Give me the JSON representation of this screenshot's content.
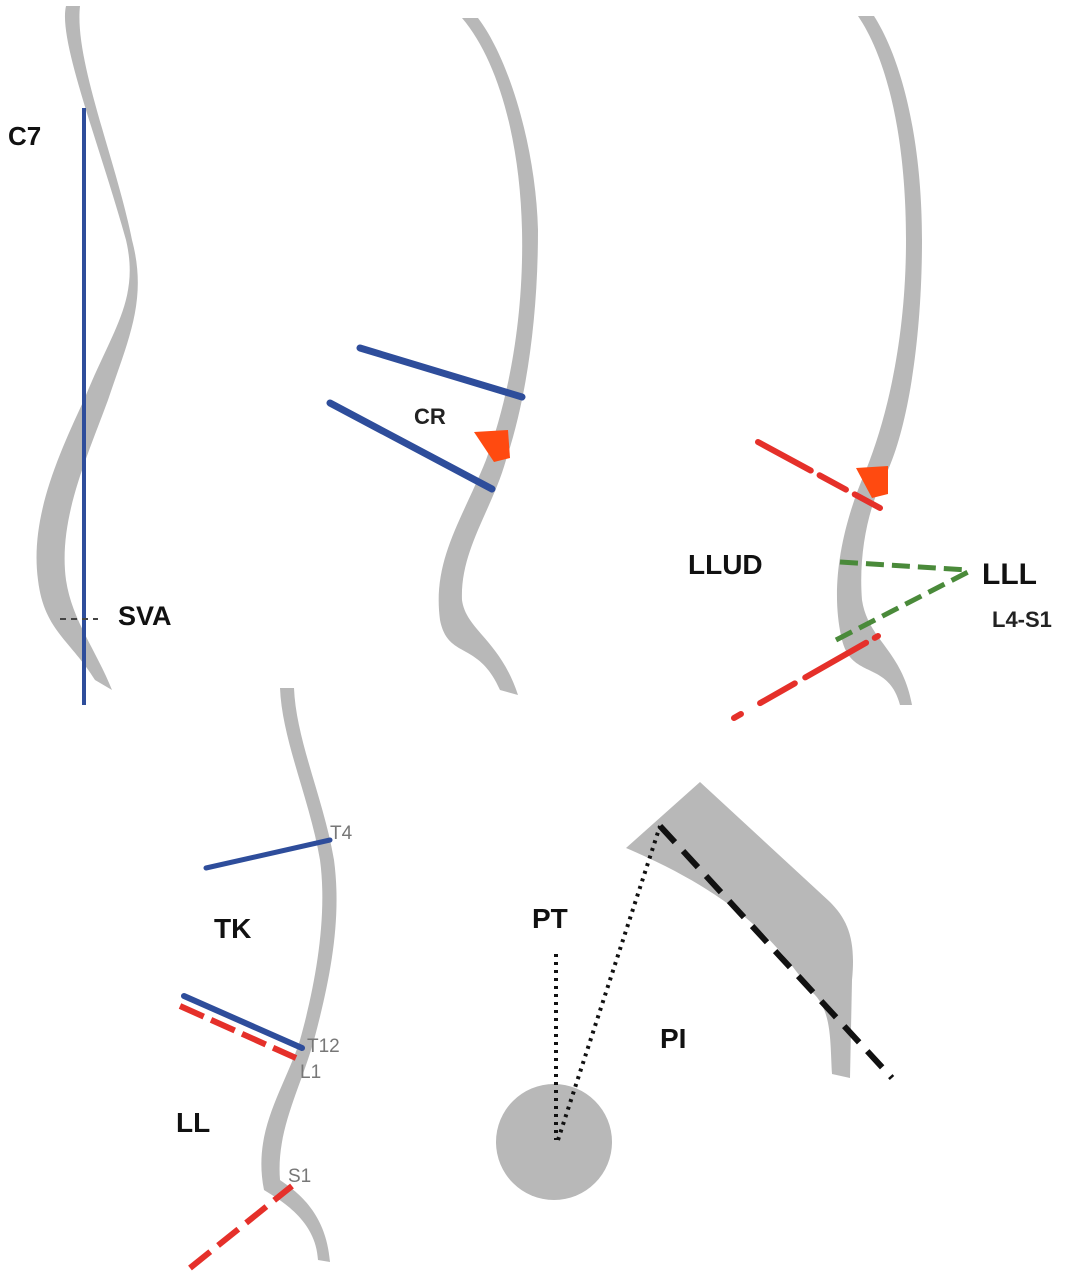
{
  "panels": {
    "sva": {
      "c7_label": "C7",
      "sva_label": "SVA"
    },
    "cr": {
      "cr_label": "CR"
    },
    "llud": {
      "llud_label": "LLUD",
      "lll_label": "LLL",
      "l4s1_label": "L4-S1"
    },
    "tk_ll": {
      "t4_label": "T4",
      "tk_label": "TK",
      "t12_label": "T12",
      "l1_label": "L1",
      "ll_label": "LL",
      "s1_label": "S1"
    },
    "pelvis": {
      "pt_label": "PT",
      "pi_label": "PI"
    }
  },
  "colors": {
    "spine": "#b8b8b8",
    "blue_line": "#2e4d9b",
    "red_line": "#e5302a",
    "green_line": "#4a8a3a",
    "orange_wedge": "#ff4a10",
    "black_line": "#111111"
  }
}
